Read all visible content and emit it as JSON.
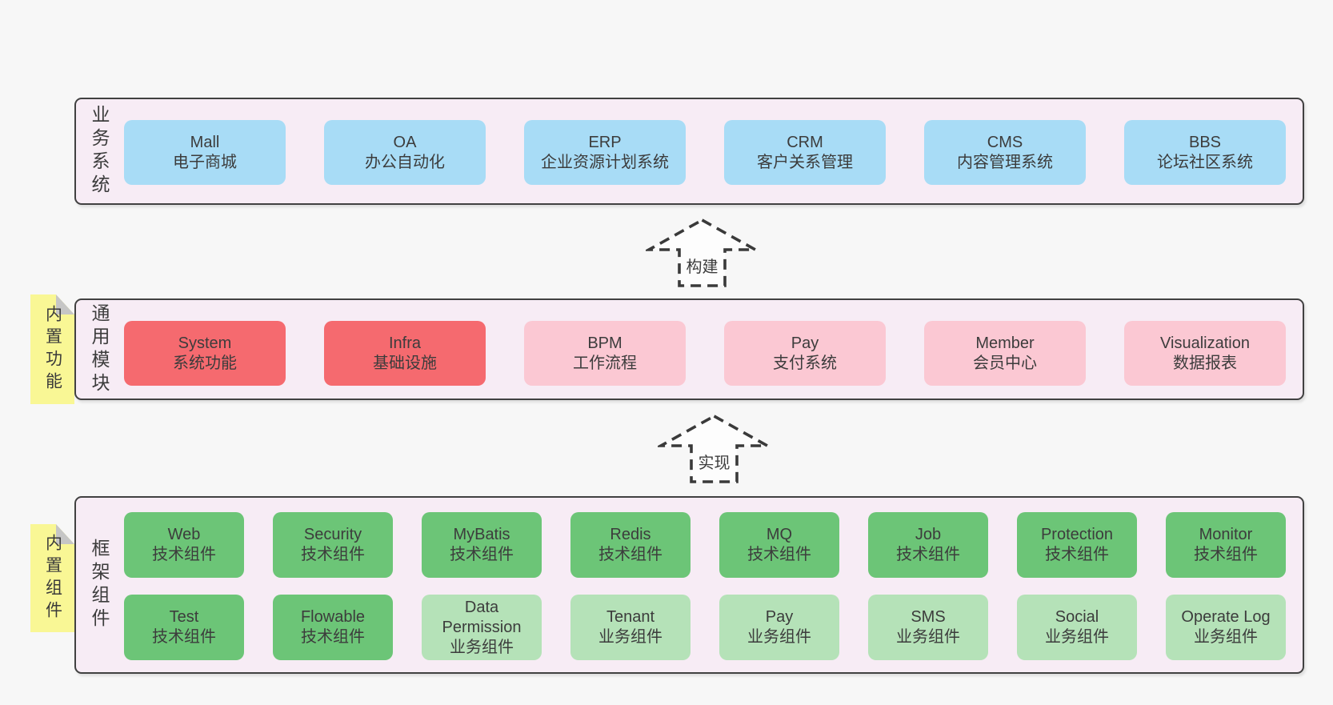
{
  "layers": [
    {
      "id": "business",
      "label": "业务系统",
      "boxes": [
        {
          "title": "Mall",
          "subtitle": "电子商城",
          "variant": "blue"
        },
        {
          "title": "OA",
          "subtitle": "办公自动化",
          "variant": "blue"
        },
        {
          "title": "ERP",
          "subtitle": "企业资源计划系统",
          "variant": "blue"
        },
        {
          "title": "CRM",
          "subtitle": "客户关系管理",
          "variant": "blue"
        },
        {
          "title": "CMS",
          "subtitle": "内容管理系统",
          "variant": "blue"
        },
        {
          "title": "BBS",
          "subtitle": "论坛社区系统",
          "variant": "blue"
        }
      ]
    },
    {
      "id": "modules",
      "label": "通用模块",
      "sticky": "内置功能",
      "boxes": [
        {
          "title": "System",
          "subtitle": "系统功能",
          "variant": "red"
        },
        {
          "title": "Infra",
          "subtitle": "基础设施",
          "variant": "red"
        },
        {
          "title": "BPM",
          "subtitle": "工作流程",
          "variant": "pink"
        },
        {
          "title": "Pay",
          "subtitle": "支付系统",
          "variant": "pink"
        },
        {
          "title": "Member",
          "subtitle": "会员中心",
          "variant": "pink"
        },
        {
          "title": "Visualization",
          "subtitle": "数据报表",
          "variant": "pink"
        }
      ]
    },
    {
      "id": "components",
      "label": "框架组件",
      "sticky": "内置组件",
      "rows": [
        [
          {
            "title": "Web",
            "subtitle": "技术组件",
            "variant": "green"
          },
          {
            "title": "Security",
            "subtitle": "技术组件",
            "variant": "green"
          },
          {
            "title": "MyBatis",
            "subtitle": "技术组件",
            "variant": "green"
          },
          {
            "title": "Redis",
            "subtitle": "技术组件",
            "variant": "green"
          },
          {
            "title": "MQ",
            "subtitle": "技术组件",
            "variant": "green"
          },
          {
            "title": "Job",
            "subtitle": "技术组件",
            "variant": "green"
          },
          {
            "title": "Protection",
            "subtitle": "技术组件",
            "variant": "green"
          },
          {
            "title": "Monitor",
            "subtitle": "技术组件",
            "variant": "green"
          }
        ],
        [
          {
            "title": "Test",
            "subtitle": "技术组件",
            "variant": "green"
          },
          {
            "title": "Flowable",
            "subtitle": "技术组件",
            "variant": "green"
          },
          {
            "title": "Data Permission",
            "subtitle": "业务组件",
            "variant": "lightgreen"
          },
          {
            "title": "Tenant",
            "subtitle": "业务组件",
            "variant": "lightgreen"
          },
          {
            "title": "Pay",
            "subtitle": "业务组件",
            "variant": "lightgreen"
          },
          {
            "title": "SMS",
            "subtitle": "业务组件",
            "variant": "lightgreen"
          },
          {
            "title": "Social",
            "subtitle": "业务组件",
            "variant": "lightgreen"
          },
          {
            "title": "Operate Log",
            "subtitle": "业务组件",
            "variant": "lightgreen"
          }
        ]
      ]
    }
  ],
  "arrows": [
    {
      "label": "构建"
    },
    {
      "label": "实现"
    }
  ],
  "colors": {
    "page_background": "#f7f7f7",
    "layer_background": "#f7ecf5",
    "layer_border": "#414141",
    "box_blue": "#a8dcf6",
    "box_red": "#f56a6f",
    "box_pink": "#fbc8d3",
    "box_green": "#6cc577",
    "box_lightgreen": "#b5e2b8",
    "sticky_yellow": "#f9f795",
    "sticky_fold": "#c6c6c6",
    "text": "#3c3c3c"
  }
}
